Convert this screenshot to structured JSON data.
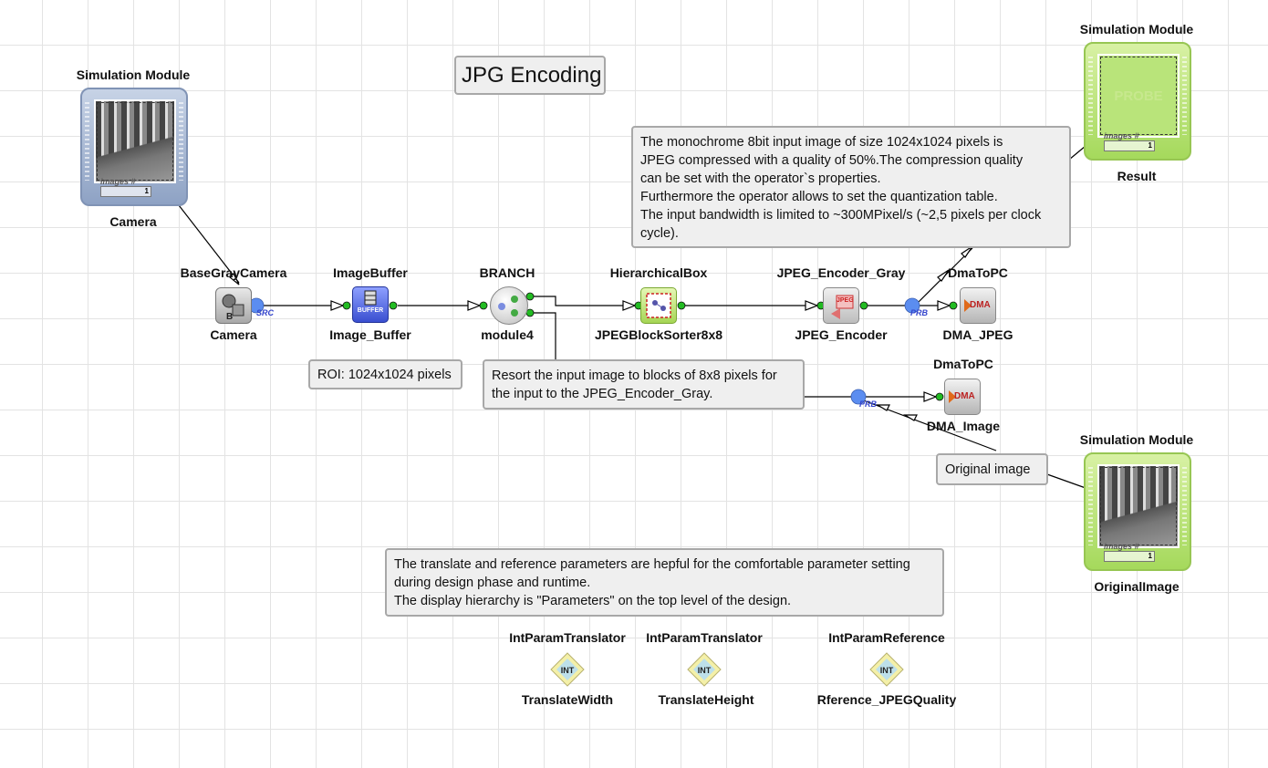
{
  "diagram_title": "JPG Encoding",
  "simulation_modules": [
    {
      "header": "Simulation Module",
      "name": "Camera",
      "counter_label": "images #",
      "counter_value": "1",
      "color": "#9fb1cf",
      "content": "photo"
    },
    {
      "header": "Simulation Module",
      "name": "Result",
      "counter_label": "images #",
      "counter_value": "1",
      "color": "#b9e47a",
      "content": "PROBE"
    },
    {
      "header": "Simulation Module",
      "name": "OriginalImage",
      "counter_label": "images #",
      "counter_value": "1",
      "color": "#b9e47a",
      "content": "photo"
    }
  ],
  "operators": [
    {
      "type": "BaseGrayCamera",
      "name": "Camera",
      "icon": "camera-icon",
      "port": "SRC"
    },
    {
      "type": "ImageBuffer",
      "name": "Image_Buffer",
      "icon": "buffer-icon",
      "icon_text": "BUFFER"
    },
    {
      "type": "BRANCH",
      "name": "module4",
      "icon": "branch-icon"
    },
    {
      "type": "HierarchicalBox",
      "name": "JPEGBlockSorter8x8",
      "icon": "hierarchical-box-icon"
    },
    {
      "type": "JPEG_Encoder_Gray",
      "name": "JPEG_Encoder",
      "icon": "jpeg-encoder-icon",
      "icon_text": "JPEG"
    },
    {
      "type": "DmaToPC",
      "name": "DMA_JPEG",
      "icon": "dma-icon",
      "icon_text": "DMA",
      "probe": "PRB"
    },
    {
      "type": "DmaToPC",
      "name": "DMA_Image",
      "icon": "dma-icon",
      "icon_text": "DMA",
      "probe": "PRB"
    }
  ],
  "params": [
    {
      "type": "IntParamTranslator",
      "name": "TranslateWidth",
      "icon_text": "INT"
    },
    {
      "type": "IntParamTranslator",
      "name": "TranslateHeight",
      "icon_text": "INT"
    },
    {
      "type": "IntParamReference",
      "name": "Rference_JPEGQuality",
      "icon_text": "INT"
    }
  ],
  "notes": {
    "description": [
      "The monochrome 8bit input image of size 1024x1024 pixels is",
      "JPEG compressed with a quality of 50%.The compression quality",
      "can be set with the operator`s properties.",
      "Furthermore the operator allows to set the quantization table.",
      "The input bandwidth is limited to ~300MPixel/s (~2,5 pixels per clock",
      "cycle)."
    ],
    "roi": "ROI: 1024x1024 pixels",
    "resort": [
      "Resort the input image to blocks of 8x8 pixels for",
      "the input to the JPEG_Encoder_Gray."
    ],
    "original": "Original image",
    "params": [
      "The translate and reference parameters are hepful for the comfortable parameter setting",
      "during design phase and runtime.",
      "The display hierarchy is \"Parameters\" on the top level of the design."
    ]
  },
  "colors": {
    "grid": "#e3e3e3",
    "note_bg": "#efefef",
    "port": "#22bb22",
    "probe": "#5b8df0",
    "sim_blue": "#9fb1cf",
    "sim_green": "#b9e47a"
  }
}
